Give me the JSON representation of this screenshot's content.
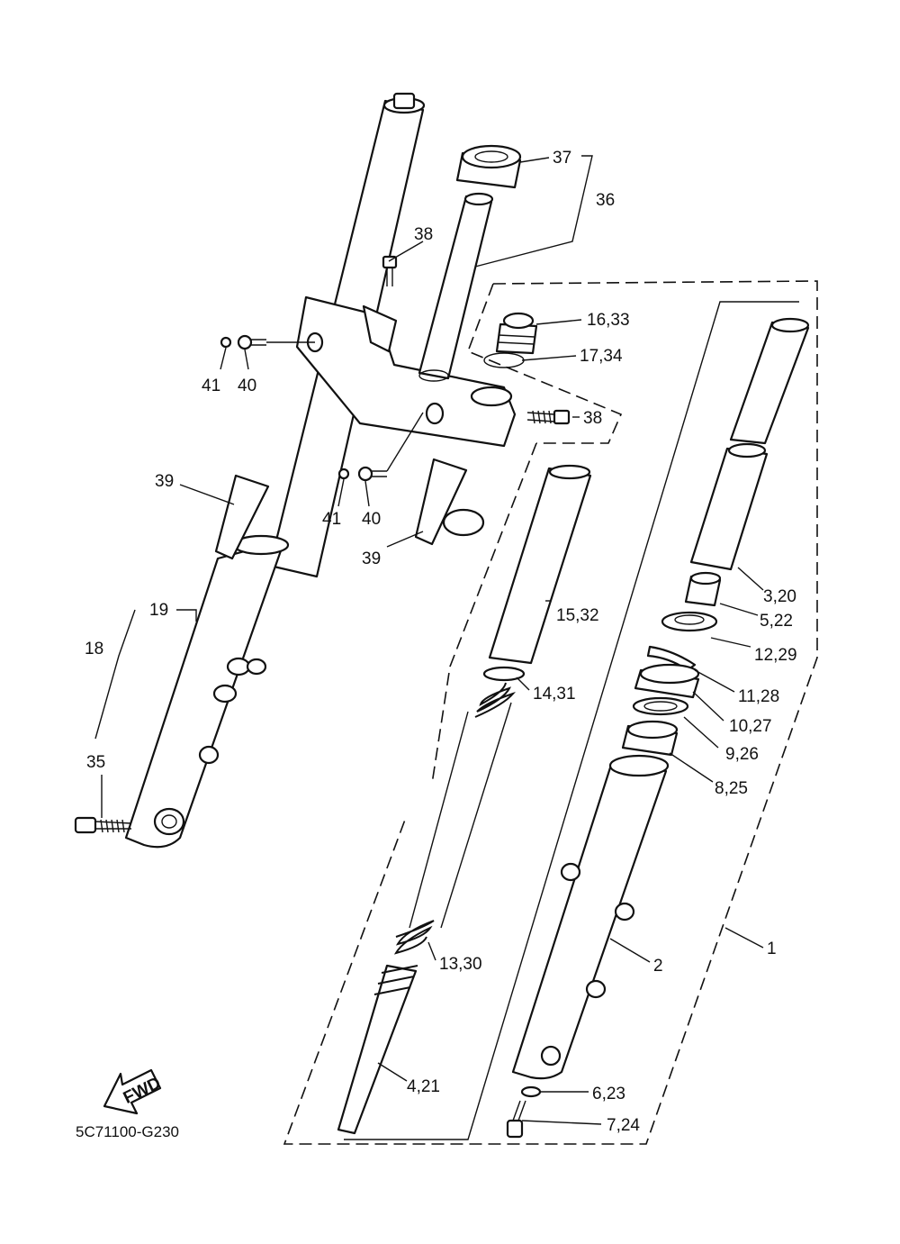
{
  "diagram_code": "5C71100-G230",
  "fwd_label": "FWD",
  "callouts": [
    {
      "id": "c37",
      "text": "37"
    },
    {
      "id": "c36",
      "text": "36"
    },
    {
      "id": "c38a",
      "text": "38"
    },
    {
      "id": "c16",
      "text": "16,33"
    },
    {
      "id": "c17",
      "text": "17,34"
    },
    {
      "id": "c38b",
      "text": "38"
    },
    {
      "id": "c41a",
      "text": "41"
    },
    {
      "id": "c40a",
      "text": "40"
    },
    {
      "id": "c41b",
      "text": "41"
    },
    {
      "id": "c40b",
      "text": "40"
    },
    {
      "id": "c39a",
      "text": "39"
    },
    {
      "id": "c39b",
      "text": "39"
    },
    {
      "id": "c19",
      "text": "19"
    },
    {
      "id": "c18",
      "text": "18"
    },
    {
      "id": "c35",
      "text": "35"
    },
    {
      "id": "c3",
      "text": "3,20"
    },
    {
      "id": "c5",
      "text": "5,22"
    },
    {
      "id": "c12",
      "text": "12,29"
    },
    {
      "id": "c11",
      "text": "11,28"
    },
    {
      "id": "c10",
      "text": "10,27"
    },
    {
      "id": "c9",
      "text": "9,26"
    },
    {
      "id": "c8",
      "text": "8,25"
    },
    {
      "id": "c15",
      "text": "15,32"
    },
    {
      "id": "c14",
      "text": "14,31"
    },
    {
      "id": "c13",
      "text": "13,30"
    },
    {
      "id": "c4",
      "text": "4,21"
    },
    {
      "id": "c1",
      "text": "1"
    },
    {
      "id": "c2",
      "text": "2"
    },
    {
      "id": "c6",
      "text": "6,23"
    },
    {
      "id": "c7",
      "text": "7,24"
    }
  ]
}
